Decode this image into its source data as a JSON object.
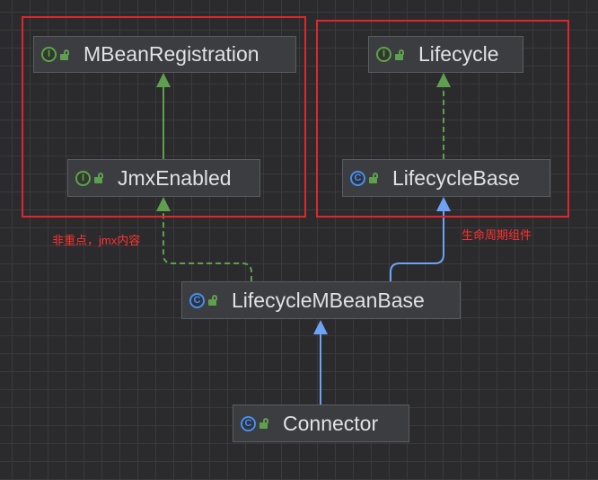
{
  "nodes": {
    "mbean_registration": {
      "label": "MBeanRegistration",
      "kind": "interface",
      "kind_glyph": "I"
    },
    "lifecycle": {
      "label": "Lifecycle",
      "kind": "interface",
      "kind_glyph": "I"
    },
    "jmx_enabled": {
      "label": "JmxEnabled",
      "kind": "interface",
      "kind_glyph": "I"
    },
    "lifecycle_base": {
      "label": "LifecycleBase",
      "kind": "class",
      "kind_glyph": "C"
    },
    "lifecycle_mbean_base": {
      "label": "LifecycleMBeanBase",
      "kind": "class",
      "kind_glyph": "C"
    },
    "connector": {
      "label": "Connector",
      "kind": "class",
      "kind_glyph": "C"
    }
  },
  "annotations": {
    "jmx_note": "非重点，jmx内容",
    "lifecycle_note": "生命周期组件"
  },
  "edges": [
    {
      "from": "JmxEnabled",
      "to": "MBeanRegistration",
      "type": "extends"
    },
    {
      "from": "LifecycleBase",
      "to": "Lifecycle",
      "type": "implements"
    },
    {
      "from": "LifecycleMBeanBase",
      "to": "JmxEnabled",
      "type": "implements"
    },
    {
      "from": "LifecycleMBeanBase",
      "to": "LifecycleBase",
      "type": "extends"
    },
    {
      "from": "Connector",
      "to": "LifecycleMBeanBase",
      "type": "extends"
    }
  ],
  "colors": {
    "background": "#2b2b2d",
    "highlight_box": "#e0262d",
    "annotation_text": "#ff3030",
    "interface_edge": "#5fa04e",
    "class_edge": "#6ea2f5"
  }
}
